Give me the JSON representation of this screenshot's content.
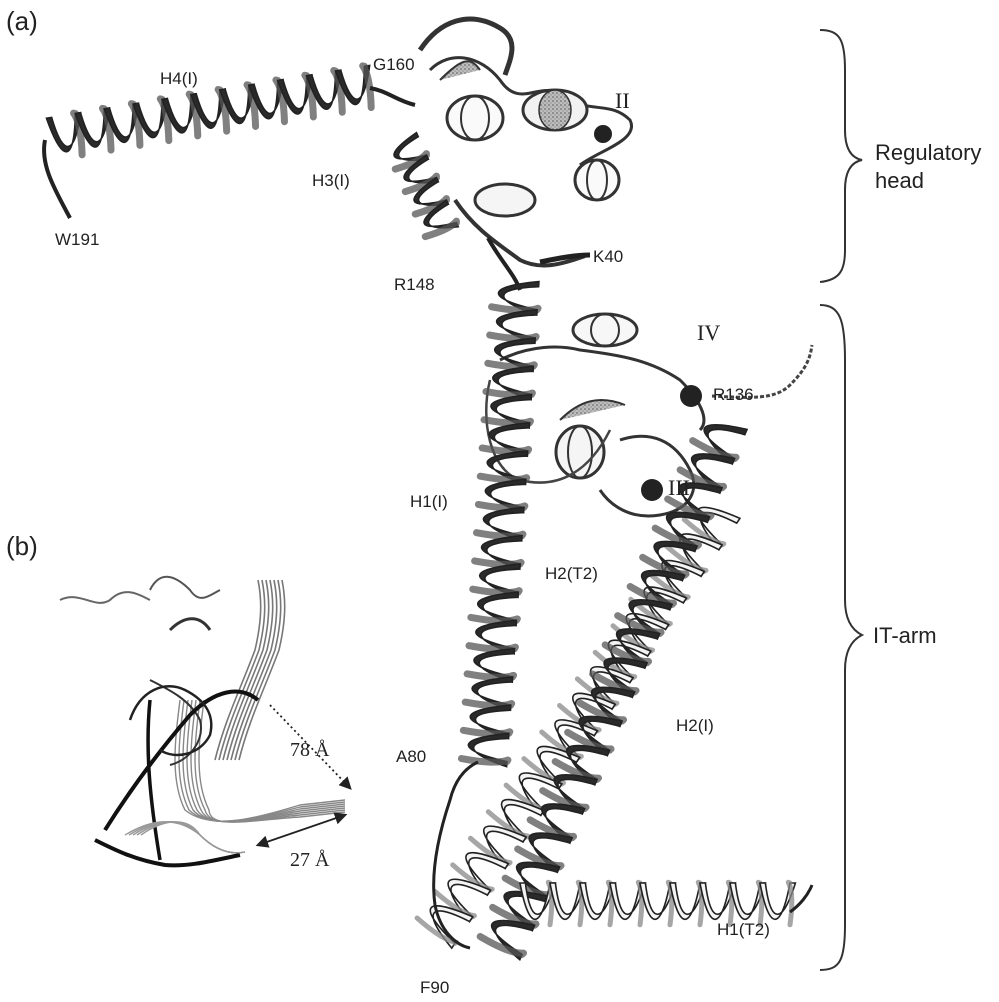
{
  "panels": {
    "a": "(a)",
    "b": "(b)"
  },
  "labels": {
    "h4i": "H4(I)",
    "g160": "G160",
    "ii": "II",
    "h3i": "H3(I)",
    "w191": "W191",
    "k40": "K40",
    "r148": "R148",
    "iv": "IV",
    "r136": "R136",
    "iii": "III",
    "h1i": "H1(I)",
    "h2t2": "H2(T2)",
    "h2i": "H2(I)",
    "a80": "A80",
    "h1t2": "H1(T2)",
    "f90": "F90"
  },
  "regions": {
    "regulatory_line1": "Regulatory",
    "regulatory_line2": "head",
    "it_arm": "IT-arm"
  },
  "measurements": {
    "dist_78": "78 Å",
    "dist_27": "27 Å"
  }
}
